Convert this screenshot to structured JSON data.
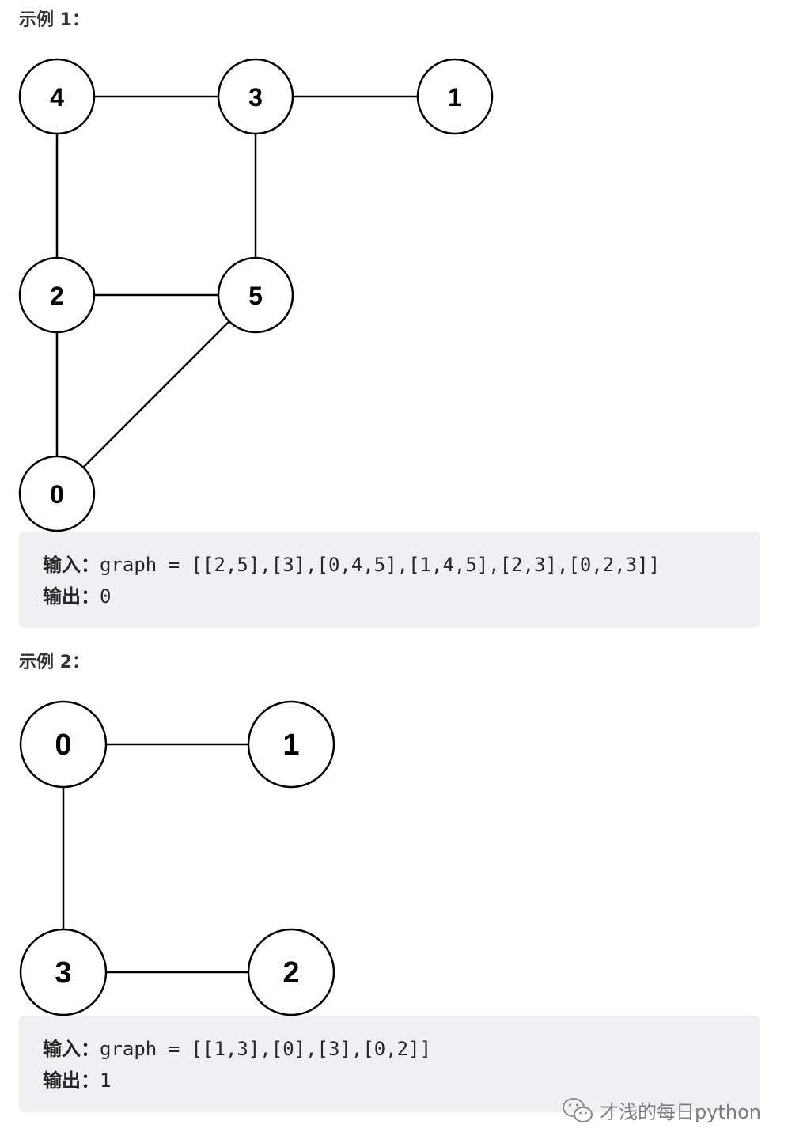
{
  "examples": [
    {
      "heading": "示例 1：",
      "graph": {
        "nodes": [
          {
            "id": "0",
            "label": "0"
          },
          {
            "id": "1",
            "label": "1"
          },
          {
            "id": "2",
            "label": "2"
          },
          {
            "id": "3",
            "label": "3"
          },
          {
            "id": "4",
            "label": "4"
          },
          {
            "id": "5",
            "label": "5"
          }
        ],
        "edges": [
          [
            "4",
            "3"
          ],
          [
            "3",
            "1"
          ],
          [
            "4",
            "2"
          ],
          [
            "3",
            "5"
          ],
          [
            "2",
            "5"
          ],
          [
            "2",
            "0"
          ],
          [
            "5",
            "0"
          ]
        ]
      },
      "input_label": "输入：",
      "input_value": "graph = [[2,5],[3],[0,4,5],[1,4,5],[2,3],[0,2,3]]",
      "output_label": "输出：",
      "output_value": "0"
    },
    {
      "heading": "示例 2：",
      "graph": {
        "nodes": [
          {
            "id": "0",
            "label": "0"
          },
          {
            "id": "1",
            "label": "1"
          },
          {
            "id": "2",
            "label": "2"
          },
          {
            "id": "3",
            "label": "3"
          }
        ],
        "edges": [
          [
            "0",
            "1"
          ],
          [
            "0",
            "3"
          ],
          [
            "3",
            "2"
          ]
        ]
      },
      "input_label": "输入：",
      "input_value": "graph = [[1,3],[0],[3],[0,2]]",
      "output_label": "输出：",
      "output_value": "1"
    }
  ],
  "watermark": {
    "icon": "wechat-icon",
    "text": "才浅的每日python"
  }
}
